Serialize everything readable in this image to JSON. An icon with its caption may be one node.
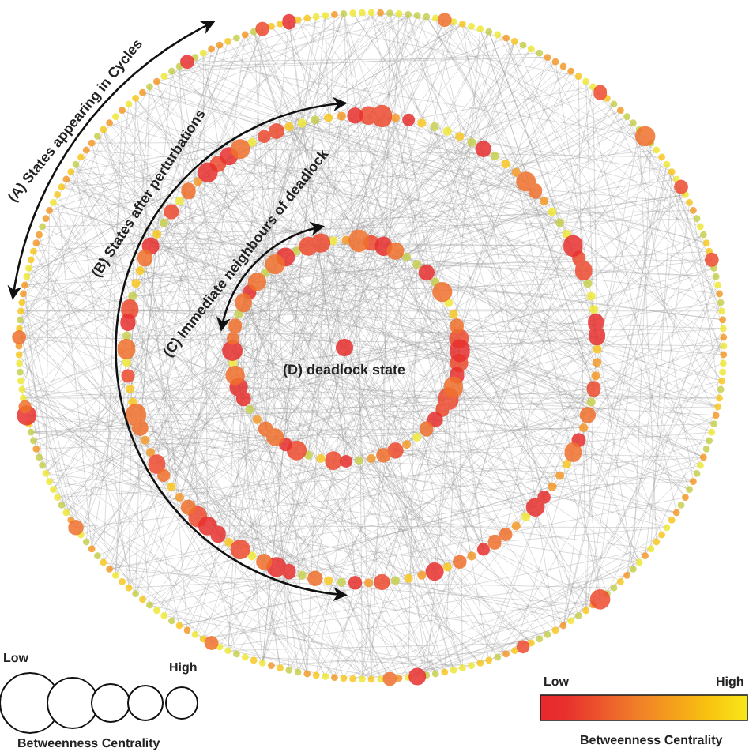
{
  "diagram": {
    "labels": [
      "(A) States appearing in Cycles",
      "(B) States after perturbations",
      "(C) Immediate neighbours of deadlock",
      "(D) deadlock state",
      "Low",
      "High",
      "Betweenness Centrality",
      "Low",
      "High",
      "Betweenness Centrality"
    ]
  }
}
